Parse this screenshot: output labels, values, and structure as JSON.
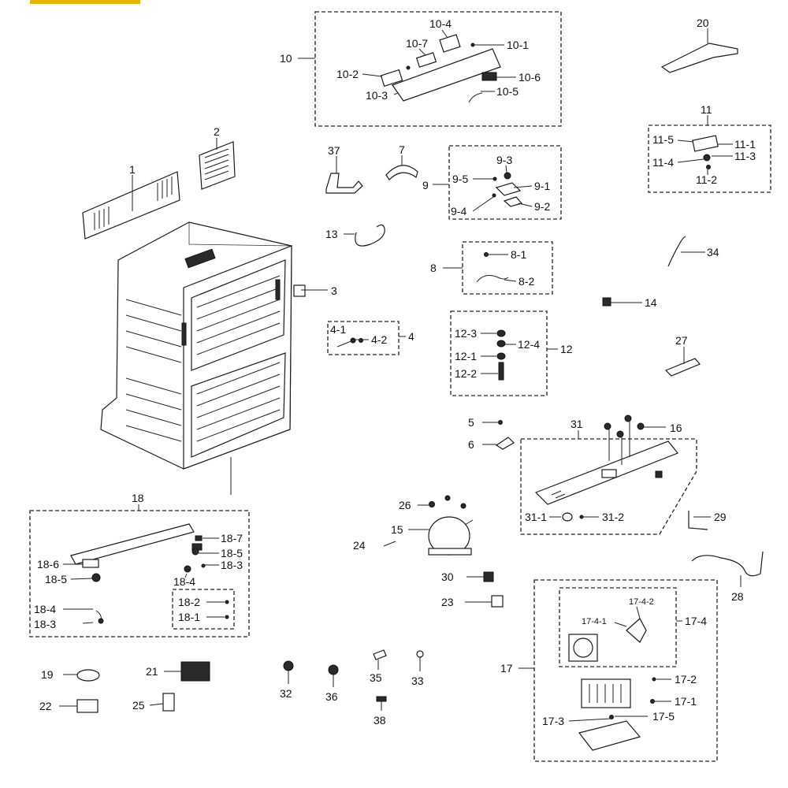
{
  "labels": {
    "l1": "1",
    "l2": "2",
    "l3": "3",
    "l4": "4",
    "l4_1": "4-1",
    "l4_2": "4-2",
    "l5": "5",
    "l6": "6",
    "l7": "7",
    "l8": "8",
    "l8_1": "8-1",
    "l8_2": "8-2",
    "l9": "9",
    "l9_1": "9-1",
    "l9_2": "9-2",
    "l9_3": "9-3",
    "l9_4": "9-4",
    "l9_5": "9-5",
    "l10": "10",
    "l10_1": "10-1",
    "l10_2": "10-2",
    "l10_3": "10-3",
    "l10_4": "10-4",
    "l10_5": "10-5",
    "l10_6": "10-6",
    "l10_7": "10-7",
    "l11": "11",
    "l11_1": "11-1",
    "l11_2": "11-2",
    "l11_3": "11-3",
    "l11_4": "11-4",
    "l11_5": "11-5",
    "l12": "12",
    "l12_1": "12-1",
    "l12_2": "12-2",
    "l12_3": "12-3",
    "l12_4": "12-4",
    "l13": "13",
    "l14": "14",
    "l15": "15",
    "l16": "16",
    "l17": "17",
    "l17_1": "17-1",
    "l17_2": "17-2",
    "l17_3": "17-3",
    "l17_4": "17-4",
    "l17_4_1": "17-4-1",
    "l17_4_2": "17-4-2",
    "l17_5": "17-5",
    "l18": "18",
    "l18_1": "18-1",
    "l18_2": "18-2",
    "l18_3a": "18-3",
    "l18_3b": "18-3",
    "l18_4a": "18-4",
    "l18_4b": "18-4",
    "l18_5a": "18-5",
    "l18_5b": "18-5",
    "l18_6": "18-6",
    "l18_7": "18-7",
    "l19": "19",
    "l20": "20",
    "l21": "21",
    "l22": "22",
    "l23": "23",
    "l24": "24",
    "l25": "25",
    "l26": "26",
    "l27": "27",
    "l28": "28",
    "l29": "29",
    "l30": "30",
    "l31": "31",
    "l31_1": "31-1",
    "l31_2": "31-2",
    "l32": "32",
    "l33": "33",
    "l34": "34",
    "l35": "35",
    "l36": "36",
    "l37": "37",
    "l38": "38"
  }
}
